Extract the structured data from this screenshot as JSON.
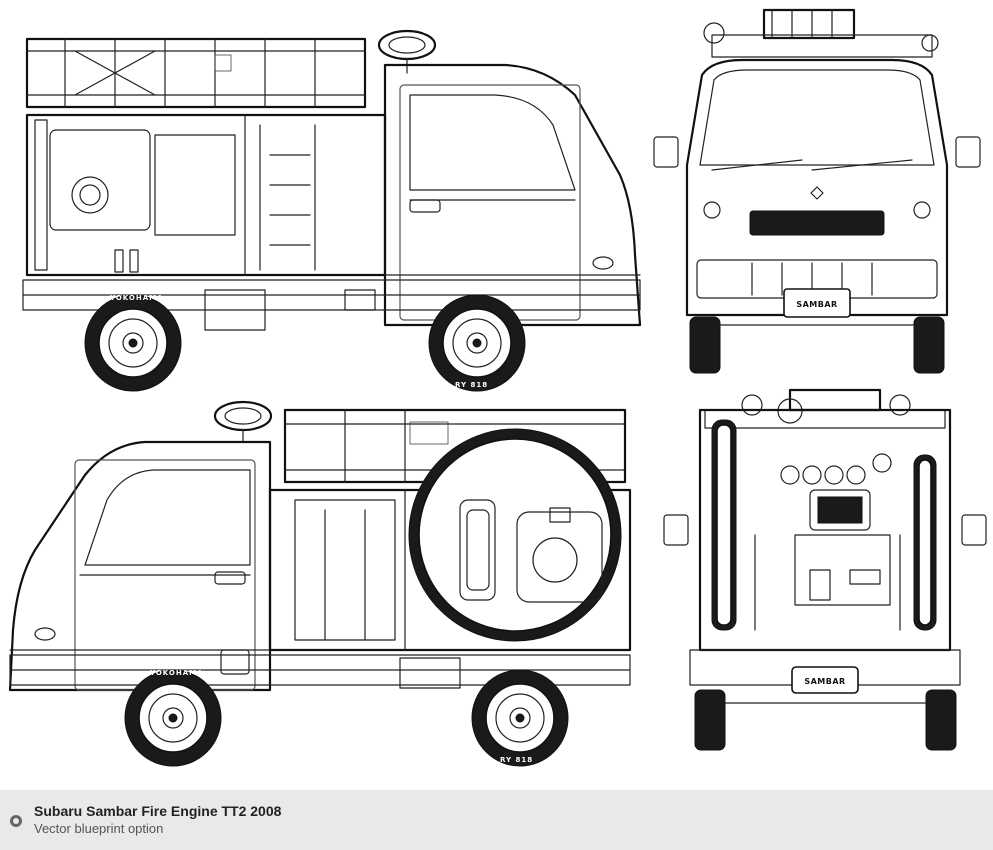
{
  "footer": {
    "title": "Subaru Sambar Fire Engine TT2 2008",
    "subtitle": "Vector blueprint option"
  },
  "views": [
    {
      "name": "side-left",
      "tyre_brand": "YOKOHAMA",
      "tyre_model": "RY 818"
    },
    {
      "name": "front",
      "plate_text": "SAMBAR"
    },
    {
      "name": "side-right",
      "tyre_brand": "YOKOHAMA",
      "tyre_model": "RY 818"
    },
    {
      "name": "rear",
      "plate_text": "SAMBAR"
    }
  ],
  "colors": {
    "background": "#ffffff",
    "linework": "#111111",
    "footer_background": "#e9e9e9",
    "footer_title": "#222222",
    "footer_subtitle": "#555555"
  },
  "icons": {
    "footer_icon": "ring-icon"
  }
}
